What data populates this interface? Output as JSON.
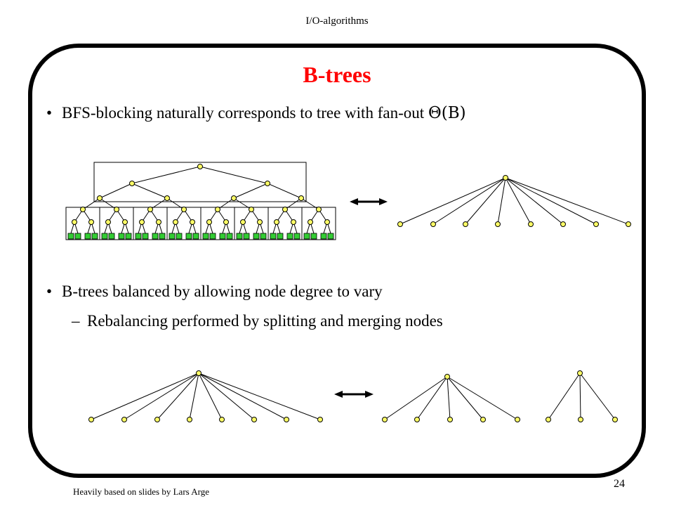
{
  "header": "I/O-algorithms",
  "title": "B-trees",
  "bullets": [
    {
      "mark": "•",
      "text": "BFS-blocking naturally corresponds to tree with fan-out",
      "math": "Θ(B)"
    },
    {
      "mark": "•",
      "text": "B-trees balanced by allowing node degree to vary"
    }
  ],
  "sub_bullets": [
    {
      "mark": "–",
      "text": "Rebalancing performed by splitting and merging nodes"
    }
  ],
  "footer": "Heavily based on slides by Lars Arge",
  "page_number": "24",
  "colors": {
    "node_fill": "#ffff66",
    "leaf_fill": "#33cc33",
    "title": "#ff0000"
  }
}
